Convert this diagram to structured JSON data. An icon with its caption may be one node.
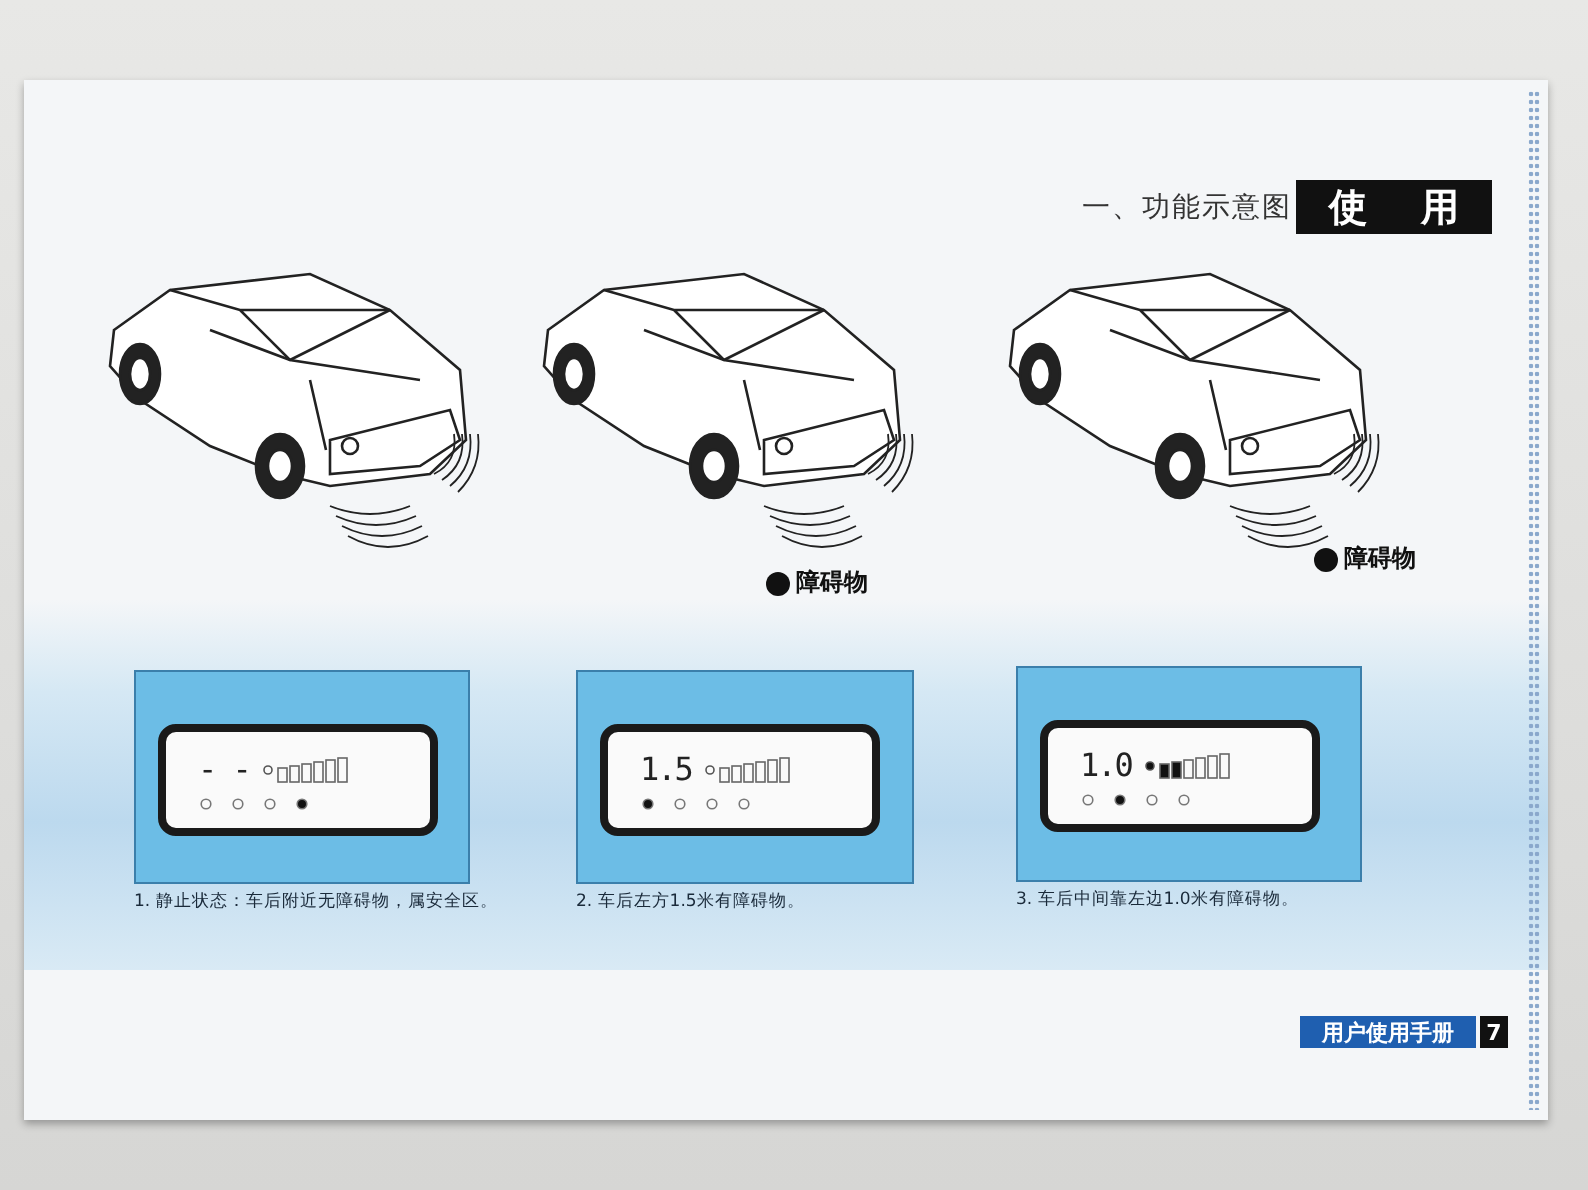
{
  "diagram": {
    "title": "一、功能示意图",
    "nodes": [
      {
        "text": [
          "使 用"
        ]
      },
      {
        "text": [],
        "shape": "picture"
      },
      {
        "text": [],
        "shape": "picture"
      },
      {
        "text": [],
        "shape": "picture"
      },
      {
        "text": [],
        "shape": "box",
        "beside": [
          "1. 静止状态：车后附近无障碍物，属安全区。"
        ]
      },
      {
        "text": [
          "- -"
        ],
        "in": 4
      },
      {
        "text": [],
        "shape": "box",
        "beside": [
          "2.  车后左方1.5米有障碍物。"
        ]
      },
      {
        "text": [
          "1.5"
        ],
        "in": 6
      },
      {
        "text": [],
        "shape": "box",
        "beside": [
          "3. 车后中间靠左边1.0米有障碍物。"
        ]
      },
      {
        "text": [
          "1.0"
        ],
        "in": 8
      },
      {
        "text": [
          "用户使用手册"
        ]
      },
      {
        "text": [
          "7"
        ]
      }
    ],
    "labels": [
      "障碍物",
      "障碍物"
    ]
  }
}
